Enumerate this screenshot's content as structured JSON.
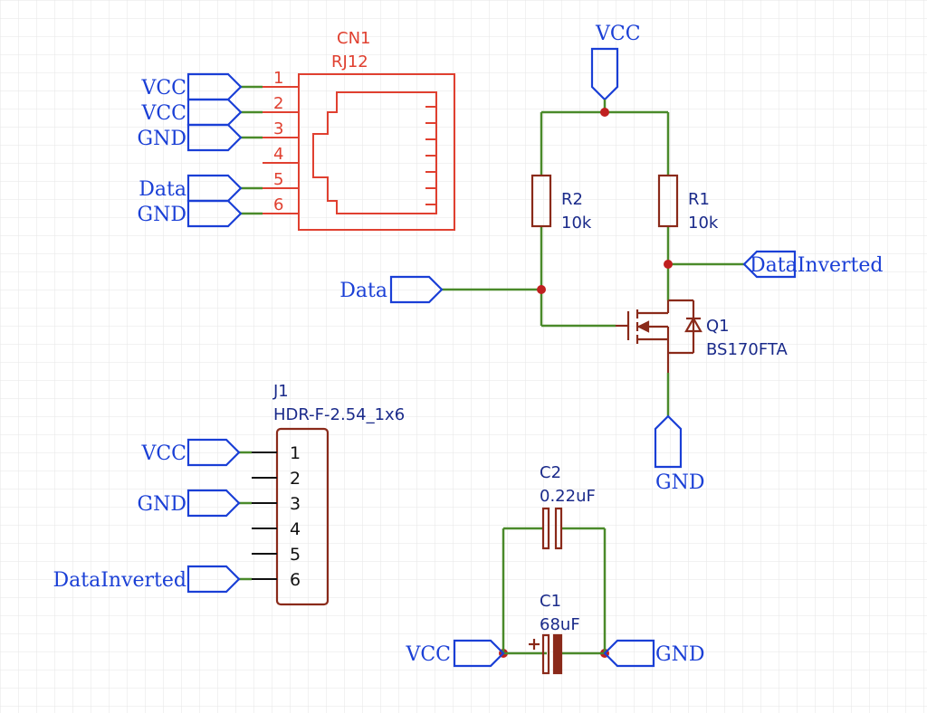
{
  "connector": {
    "designator": "CN1",
    "value": "RJ12",
    "pins": [
      "1",
      "2",
      "3",
      "4",
      "5",
      "6"
    ],
    "nets": [
      "VCC",
      "VCC",
      "GND",
      "",
      "Data",
      "GND"
    ]
  },
  "mosfet": {
    "designator": "Q1",
    "value": "BS170FTA"
  },
  "resistors": [
    {
      "designator": "R2",
      "value": "10k"
    },
    {
      "designator": "R1",
      "value": "10k"
    }
  ],
  "header": {
    "designator": "J1",
    "value": "HDR-F-2.54_1x6",
    "pins": [
      "1",
      "2",
      "3",
      "4",
      "5",
      "6"
    ],
    "nets": [
      "VCC",
      "",
      "GND",
      "",
      "",
      "DataInverted"
    ]
  },
  "capacitors": [
    {
      "designator": "C2",
      "value": "0.22uF"
    },
    {
      "designator": "C1",
      "value": "68uF"
    }
  ],
  "net_labels": {
    "vcc_top": "VCC",
    "data_in": "Data",
    "data_inverted": "DataInverted",
    "gnd_mosfet": "GND",
    "cap_vcc": "VCC",
    "cap_gnd": "GND"
  },
  "colors": {
    "wire": "#4a8a2a",
    "net": "#1a3fd6",
    "part": "#8a2a1a",
    "connector": "#e04030",
    "junction": "#c02020"
  }
}
